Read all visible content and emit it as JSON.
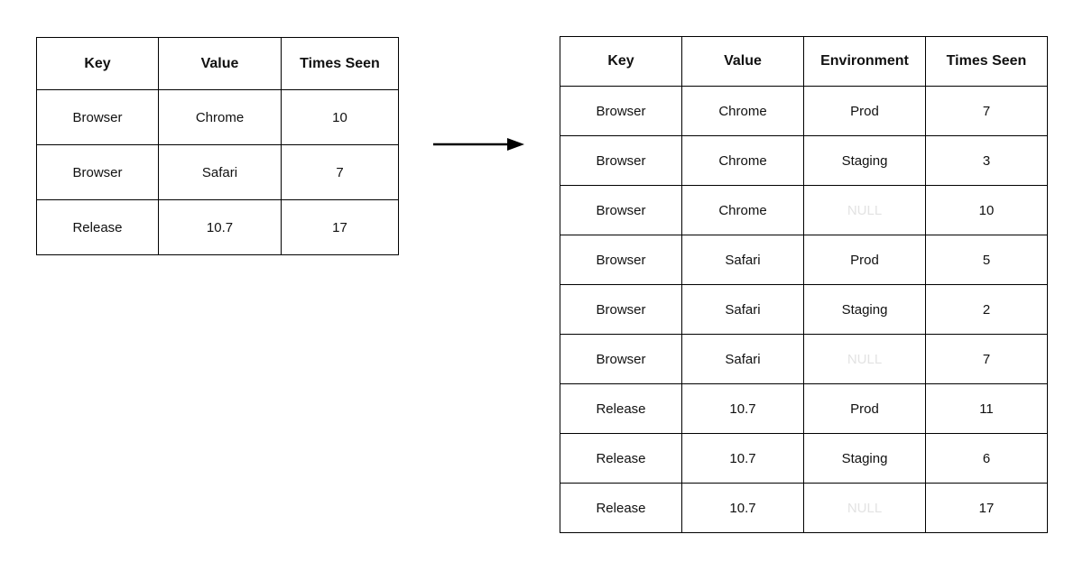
{
  "left_table": {
    "headers": [
      "Key",
      "Value",
      "Times Seen"
    ],
    "rows": [
      [
        "Browser",
        "Chrome",
        "10"
      ],
      [
        "Browser",
        "Safari",
        "7"
      ],
      [
        "Release",
        "10.7",
        "17"
      ]
    ]
  },
  "right_table": {
    "headers": [
      "Key",
      "Value",
      "Environment",
      "Times Seen"
    ],
    "rows": [
      [
        "Browser",
        "Chrome",
        "Prod",
        "7"
      ],
      [
        "Browser",
        "Chrome",
        "Staging",
        "3"
      ],
      [
        "Browser",
        "Chrome",
        {
          "text": "NULL",
          "muted": true
        },
        "10"
      ],
      [
        "Browser",
        "Safari",
        "Prod",
        "5"
      ],
      [
        "Browser",
        "Safari",
        "Staging",
        "2"
      ],
      [
        "Browser",
        "Safari",
        {
          "text": "NULL",
          "muted": true
        },
        "7"
      ],
      [
        "Release",
        "10.7",
        "Prod",
        "11"
      ],
      [
        "Release",
        "10.7",
        "Staging",
        "6"
      ],
      [
        "Release",
        "10.7",
        {
          "text": "NULL",
          "muted": true
        },
        "17"
      ]
    ]
  },
  "arrow": {
    "direction": "right"
  },
  "colors": {
    "border": "#000000",
    "text": "#111111",
    "null_text": "#e3e3e3",
    "arrow": "#000000",
    "background": "#ffffff"
  }
}
